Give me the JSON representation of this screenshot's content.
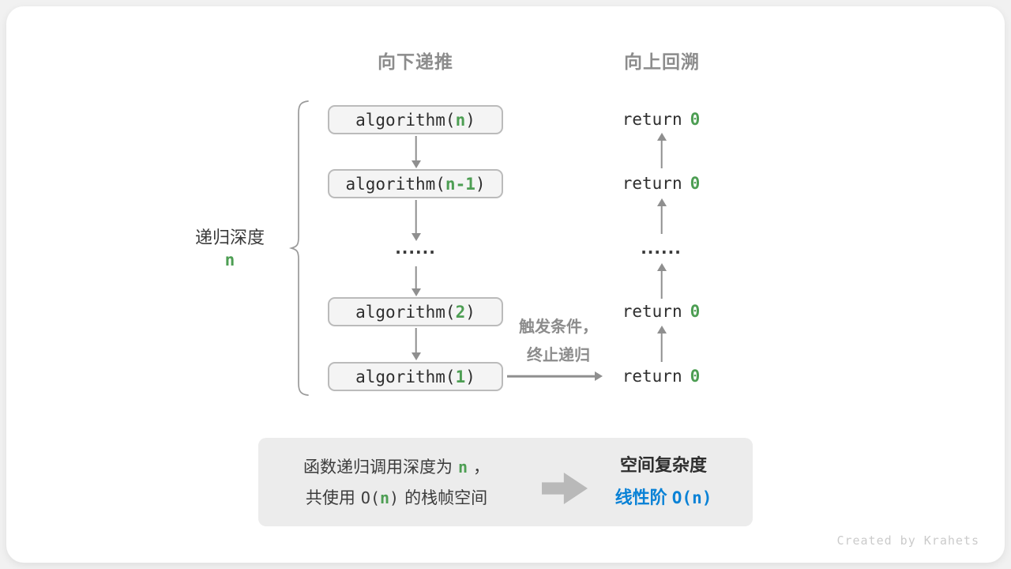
{
  "headers": {
    "left": "向下递推",
    "right": "向上回溯"
  },
  "depth": {
    "label": "递归深度",
    "value": "n"
  },
  "call_stack": {
    "boxes": [
      {
        "prefix": "algorithm(",
        "arg": "n",
        "suffix": ")"
      },
      {
        "prefix": "algorithm(",
        "arg": "n-1",
        "suffix": ")"
      },
      {
        "prefix": "algorithm(",
        "arg": "2",
        "suffix": ")"
      },
      {
        "prefix": "algorithm(",
        "arg": "1",
        "suffix": ")"
      }
    ],
    "ellipsis": "......"
  },
  "returns": {
    "label": "return",
    "value": "0",
    "ellipsis": "......"
  },
  "trigger_note": {
    "line1": "触发条件，",
    "line2": "终止递归"
  },
  "summary": {
    "left": {
      "line1_pre": "函数递归调用深度为",
      "line1_var": "n",
      "line1_post": "，",
      "line2_pre": "共使用",
      "line2_o_open": "O(",
      "line2_var": "n",
      "line2_o_close": ")",
      "line2_post": "的栈帧空间"
    },
    "right": {
      "title": "空间复杂度",
      "result_pre": "线性阶",
      "result_o_open": "O(",
      "result_var": "n",
      "result_o_close": ")"
    }
  },
  "credit": "Created by Krahets",
  "colors": {
    "green": "#4d9e53",
    "blue": "#0a82d6",
    "accent_gray": "#8c8c8c"
  }
}
